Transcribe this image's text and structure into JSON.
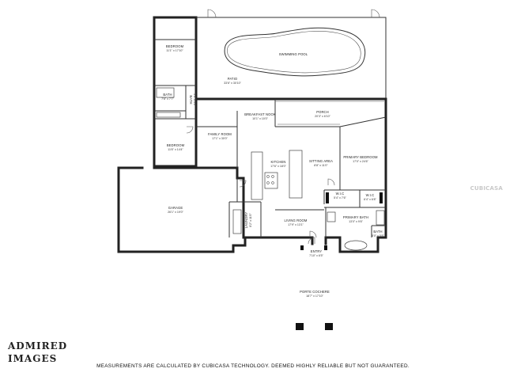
{
  "rooms": {
    "bedroom_top": {
      "name": "BEDROOM",
      "dims": "11'1\" x 17'10\""
    },
    "pool": {
      "name": "SWIMMING POOL",
      "dims": ""
    },
    "patio": {
      "name": "PATIO",
      "dims": "33'6\" x 30'10\""
    },
    "bath_left": {
      "name": "BATH",
      "dims": "7'6\" x 7'7\""
    },
    "bath_left_small": {
      "name": "BATH",
      "dims": "5'4\" x 4'6\""
    },
    "breakfast_nook": {
      "name": "BREAKFAST NOOK",
      "dims": "10'1\" x 10'0\""
    },
    "porch": {
      "name": "PORCH",
      "dims": "20'3\" x 6'10\""
    },
    "family_room": {
      "name": "FAMILY ROOM",
      "dims": "17'1\" x 30'0\""
    },
    "bedroom_mid": {
      "name": "BEDROOM",
      "dims": "11'6\" x 14'4\""
    },
    "kitchen": {
      "name": "KITCHEN",
      "dims": "17'6\" x 18'0\""
    },
    "sitting_area": {
      "name": "SITTING AREA",
      "dims": "8'8\" x 11'0\""
    },
    "primary_bedroom": {
      "name": "PRIMARY BEDROOM",
      "dims": "17'0\" x 24'6\""
    },
    "wic_left": {
      "name": "W.I.C",
      "dims": "5'4\" x 7'6\""
    },
    "wic_right": {
      "name": "W.I.C",
      "dims": "6'4\" x 6'8\""
    },
    "garage": {
      "name": "GARAGE",
      "dims": "26'1\" x 19'0\""
    },
    "laundry": {
      "name": "LAUNDRY",
      "dims": "8'2\" x 11'0\""
    },
    "living_room": {
      "name": "LIVING ROOM",
      "dims": "17'9\" x 13'1\""
    },
    "primary_bath": {
      "name": "PRIMARY BATH",
      "dims": "13'0\" x 9'6\""
    },
    "bath_right": {
      "name": "BATH",
      "dims": "5'0\" x 5'6\""
    },
    "entry": {
      "name": "ENTRY",
      "dims": "7'10\" x 6'5\""
    },
    "porte_cochere": {
      "name": "PORTE COCHERE",
      "dims": "18'7\" x 17'10\""
    }
  },
  "logo": {
    "line1": "ADMIRED",
    "line2": "IMAGES"
  },
  "brand_mark": "CUBICASA",
  "disclaimer": "MEASUREMENTS ARE CALCULATED BY CUBICASA TECHNOLOGY. DEEMED HIGHLY RELIABLE BUT NOT GUARANTEED.",
  "colors": {
    "walls": "#222222",
    "background": "#ffffff",
    "watermark": "#c9c9c9"
  }
}
